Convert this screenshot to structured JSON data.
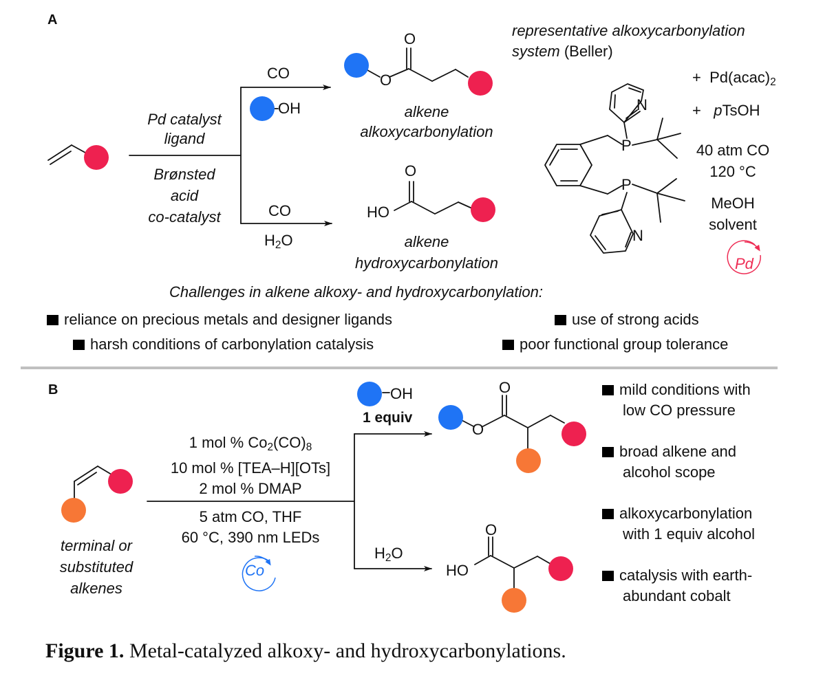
{
  "colors": {
    "red_group": "#ee2150",
    "blue_group": "#1f74f5",
    "orange_group": "#f77736",
    "pd_catalyst": "#ee2c54",
    "co_catalyst": "#1f74f5",
    "divider": "#c0c0c0",
    "ink": "#111111"
  },
  "panel_a": {
    "label": "A",
    "conditions_top": [
      "Pd catalyst",
      "ligand"
    ],
    "conditions_bottom": [
      "Brønsted",
      "acid",
      "co-catalyst"
    ],
    "upper_branch": {
      "reagent_top": "CO",
      "reagent_bottom_suffix": "OH",
      "product_label": [
        "alkene",
        "alkoxycarbonylation"
      ],
      "atom_O": "O",
      "atom_O_ester": "O"
    },
    "lower_branch": {
      "reagent_top": "CO",
      "reagent_bottom": "H₂O",
      "product_label": [
        "alkene",
        "hydroxycarbonylation"
      ],
      "atom_O": "O",
      "atom_HO": "HO"
    },
    "beller": {
      "title_italic": "representative alkoxycarbonylation",
      "title_italic_2": "system",
      "title_plain": "(Beller)",
      "additives": [
        "+  Pd(acac)₂",
        "+  pTsOH"
      ],
      "additive_1_plus": "+",
      "additive_1_name": "Pd(acac)",
      "additive_1_sub": "2",
      "additive_2_plus": "+",
      "additive_2_prefix": "p",
      "additive_2_name": "TsOH",
      "conditions": [
        "40 atm CO",
        "120 °C",
        "MeOH",
        "solvent"
      ],
      "atoms": {
        "N": "N",
        "P": "P"
      },
      "catalyst_cycle_label": "Pd"
    },
    "challenges": {
      "title": "Challenges in alkene alkoxy- and hydroxycarbonylation:",
      "items": [
        "reliance on precious metals and designer ligands",
        "use of strong acids",
        "harsh conditions of carbonylation catalysis",
        "poor functional group tolerance"
      ]
    }
  },
  "panel_b": {
    "label": "B",
    "substrate_label": [
      "terminal or",
      "substituted",
      "alkenes"
    ],
    "conditions_top": {
      "line1_prefix": "1 mol % Co",
      "line1_sub1": "2",
      "line1_mid": "(CO)",
      "line1_sub2": "8",
      "line2": "10 mol % [TEA–H][OTs]",
      "line3": "2 mol % DMAP"
    },
    "conditions_bottom": {
      "line1": "5 atm CO, THF",
      "line2": "60 °C, 390 nm LEDs"
    },
    "catalyst_cycle_label": "Co",
    "upper_branch": {
      "reagent_suffix": "OH",
      "reagent_amount": "1 equiv",
      "atom_O": "O",
      "atom_O_ester": "O"
    },
    "lower_branch": {
      "reagent": "H₂O",
      "atom_O": "O",
      "atom_HO": "HO"
    },
    "advantages": [
      [
        "mild conditions with",
        "low CO pressure"
      ],
      [
        "broad alkene and",
        "alcohol scope"
      ],
      [
        "alkoxycarbonylation",
        "with 1 equiv alcohol"
      ],
      [
        "catalysis with earth-",
        "abundant cobalt"
      ]
    ]
  },
  "caption": {
    "label": "Figure 1.",
    "text": "Metal-catalyzed alkoxy- and hydroxycarbonylations."
  }
}
